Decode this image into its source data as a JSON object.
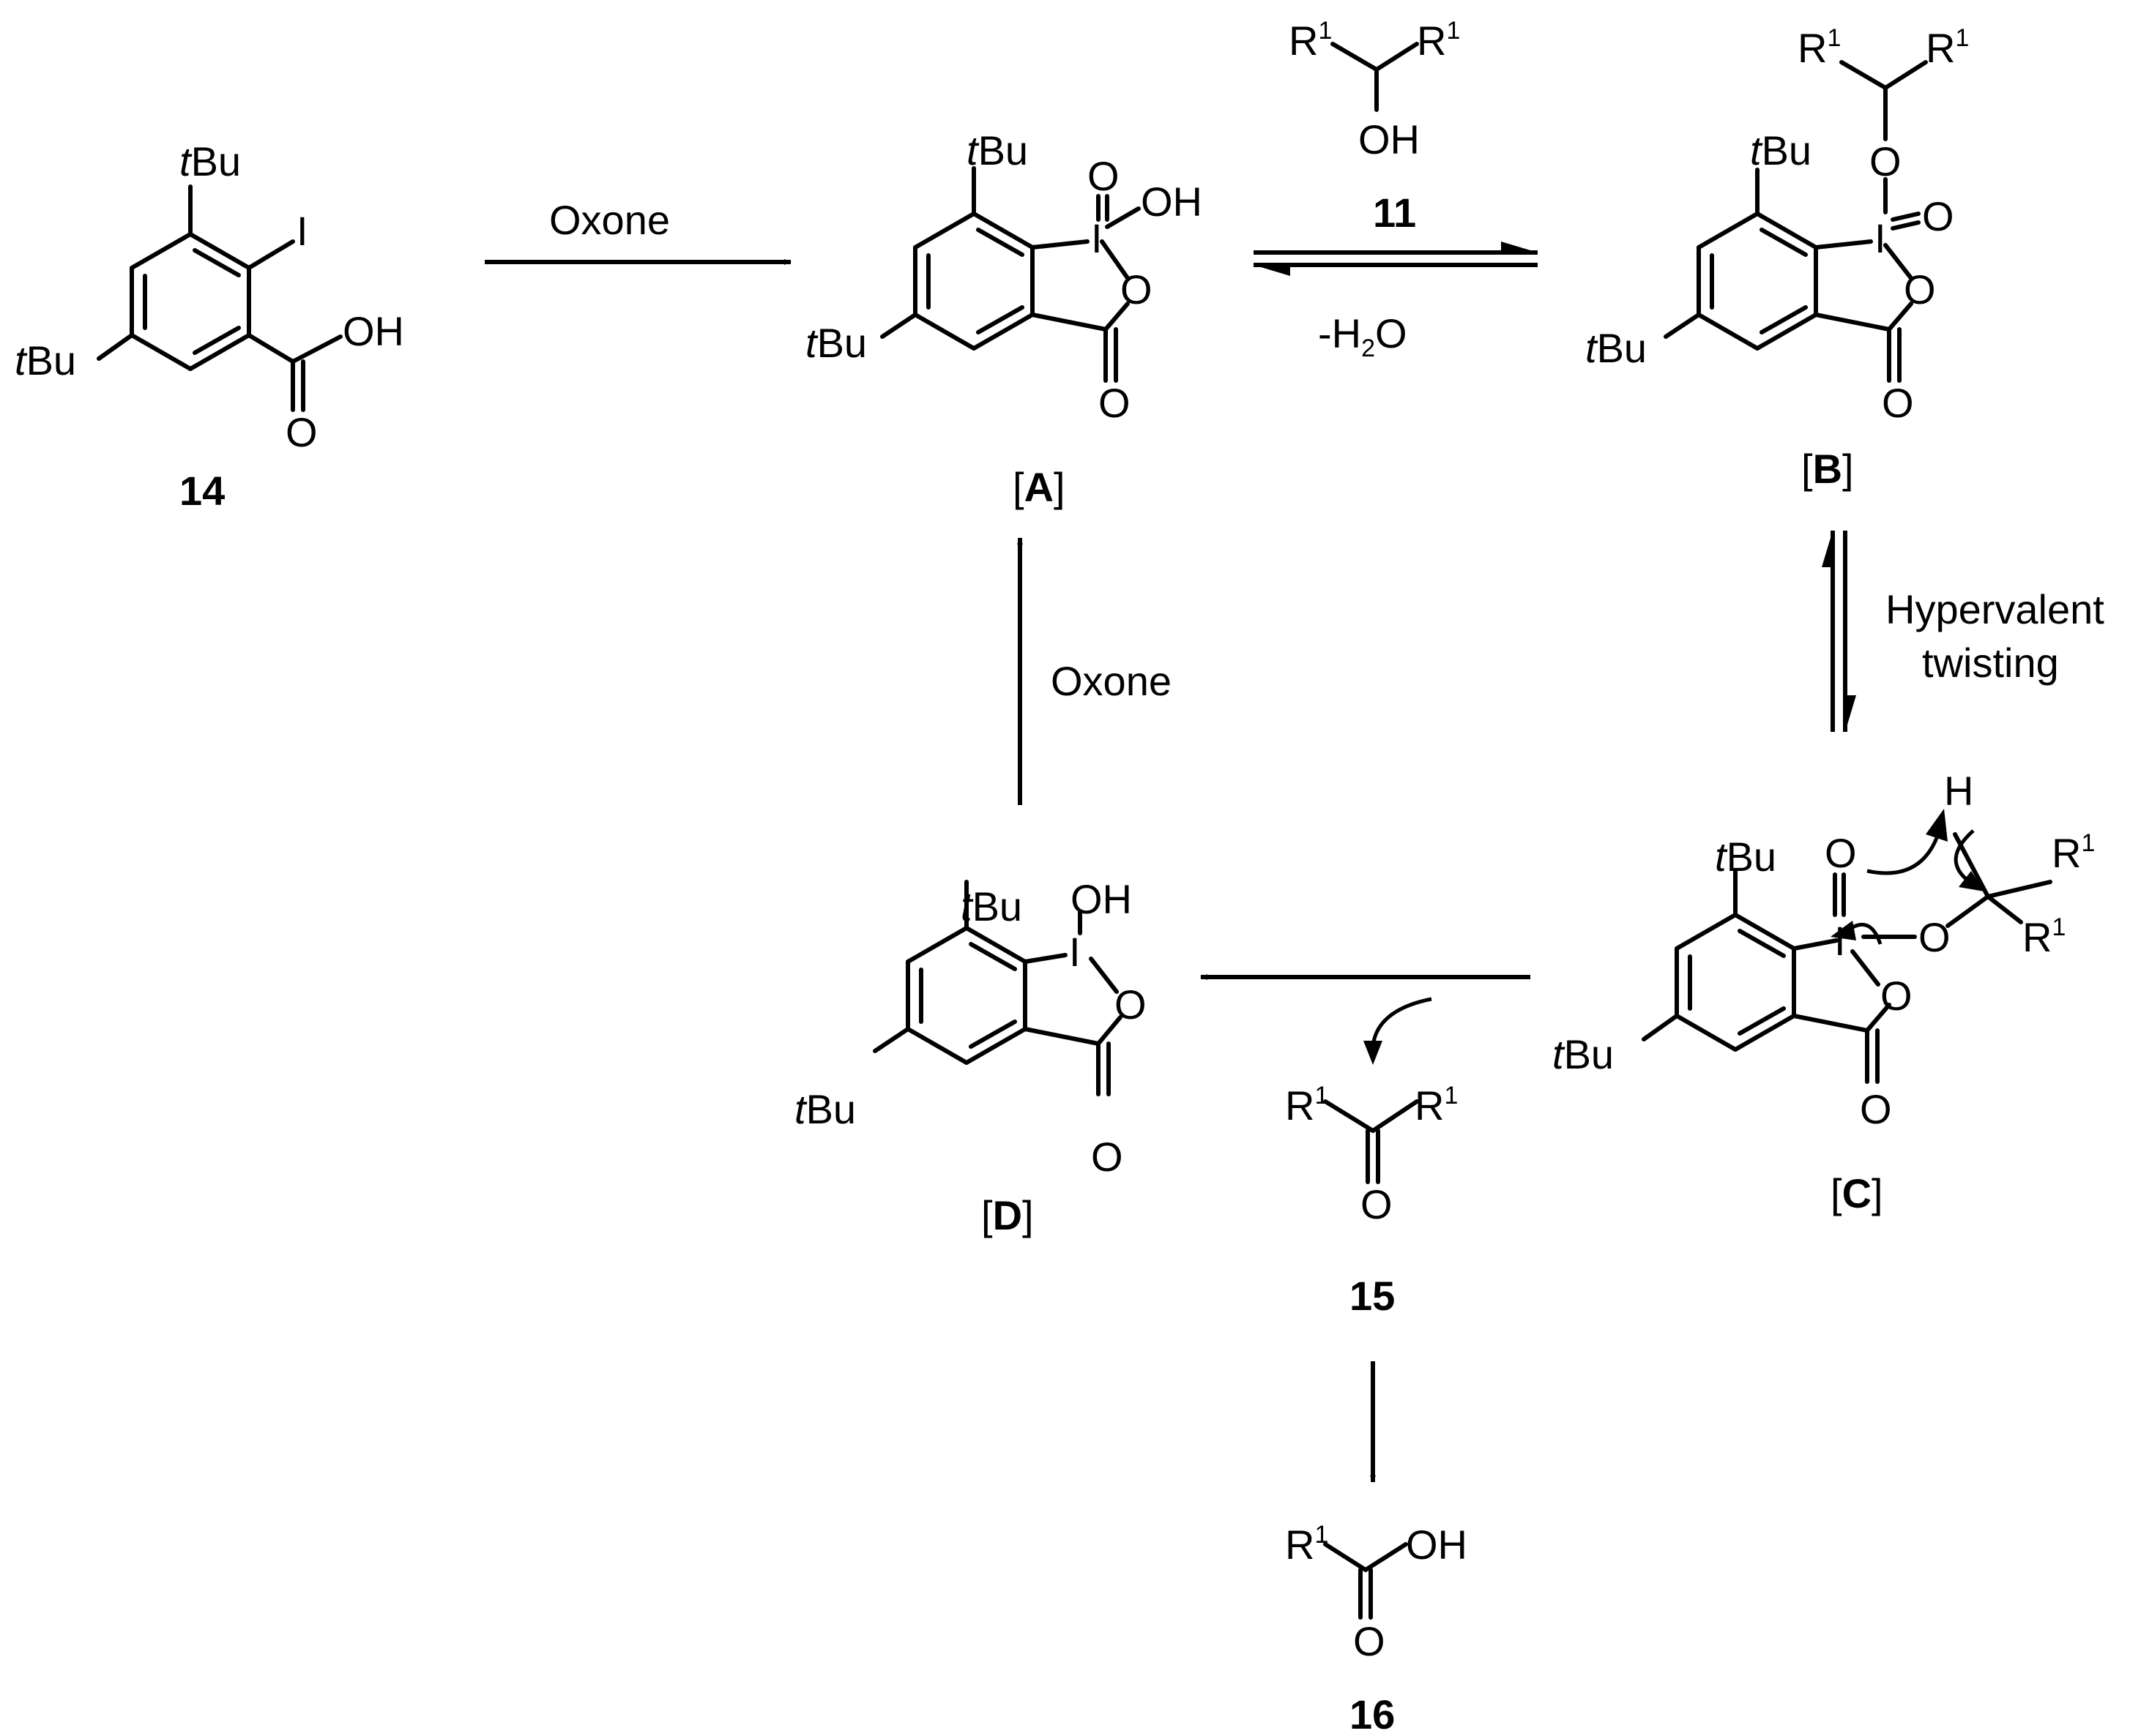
{
  "atoms": {
    "tBu": "tBu",
    "t": "t",
    "Bu": "Bu",
    "I": "I",
    "O": "O",
    "OH": "OH",
    "H": "H",
    "R": "R",
    "one": "1",
    "two": "2"
  },
  "compounds": {
    "c14": "14",
    "c11": "11",
    "c15": "15",
    "c16": "16",
    "A": "A",
    "B": "B",
    "C": "C",
    "D": "D"
  },
  "conditions": {
    "oxone_top": "Oxone",
    "oxone_left": "Oxone",
    "minus_h2o_prefix": "-H",
    "minus_h2o_sub": "2",
    "minus_h2o_suffix": "O",
    "hypervalent": "Hypervalent",
    "twisting": "twisting"
  }
}
